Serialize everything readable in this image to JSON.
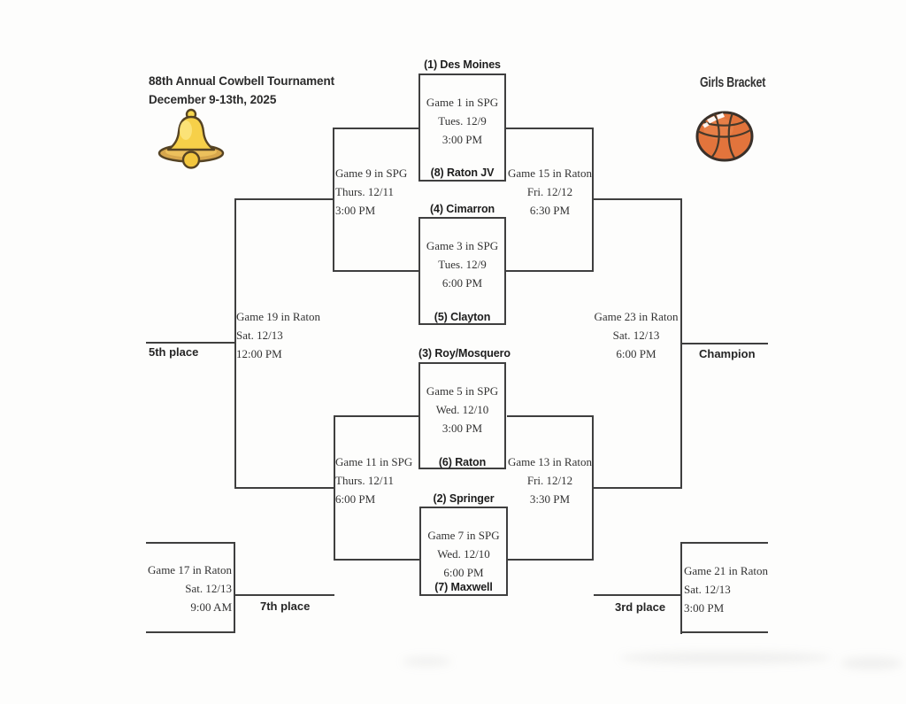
{
  "header": {
    "title": "88th Annual Cowbell Tournament",
    "dates": "December 9-13th, 2025",
    "bracket_label": "Girls Bracket"
  },
  "icons": {
    "left": "bell-icon",
    "right": "basketball-icon"
  },
  "seeds": {
    "s1": "(1) Des Moines",
    "s8": "(8) Raton JV",
    "s4": "(4) Cimarron",
    "s5": "(5) Clayton",
    "s3": "(3) Roy/Mosquero",
    "s6": "(6) Raton",
    "s2": "(2) Springer",
    "s7": "(7) Maxwell"
  },
  "games": {
    "g1": {
      "venue": "Game 1 in SPG",
      "date": "Tues. 12/9",
      "time": "3:00 PM"
    },
    "g3": {
      "venue": "Game 3 in SPG",
      "date": "Tues. 12/9",
      "time": "6:00 PM"
    },
    "g5": {
      "venue": "Game 5 in SPG",
      "date": "Wed. 12/10",
      "time": "3:00 PM"
    },
    "g7": {
      "venue": "Game 7 in SPG",
      "date": "Wed. 12/10",
      "time": "6:00 PM"
    },
    "g9": {
      "venue": "Game 9 in SPG",
      "date": "Thurs. 12/11",
      "time": "3:00 PM"
    },
    "g11": {
      "venue": "Game 11 in SPG",
      "date": "Thurs. 12/11",
      "time": "6:00 PM"
    },
    "g13": {
      "venue": "Game 13 in Raton",
      "date": "Fri. 12/12",
      "time": "3:30 PM"
    },
    "g15": {
      "venue": "Game 15 in Raton",
      "date": "Fri. 12/12",
      "time": "6:30 PM"
    },
    "g17": {
      "venue": "Game 17 in Raton",
      "date": "Sat. 12/13",
      "time": "9:00 AM"
    },
    "g19": {
      "venue": "Game 19 in Raton",
      "date": "Sat. 12/13",
      "time": "12:00 PM"
    },
    "g21": {
      "venue": "Game 21 in Raton",
      "date": "Sat. 12/13",
      "time": "3:00 PM"
    },
    "g23": {
      "venue": "Game 23 in Raton",
      "date": "Sat. 12/13",
      "time": "6:00 PM"
    }
  },
  "placements": {
    "fifth": "5th place",
    "seventh": "7th place",
    "third": "3rd place",
    "champion": "Champion"
  },
  "colors": {
    "line": "#3f3f3f",
    "bell_gold": "#f6d049",
    "basketball_orange": "#e2743c"
  }
}
